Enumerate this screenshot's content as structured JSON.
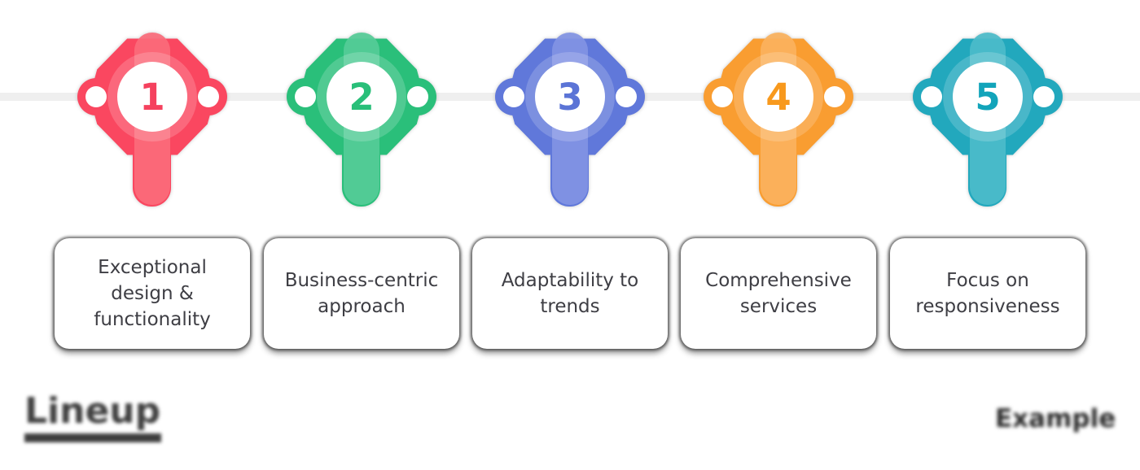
{
  "timeline": {
    "line_color": "#efefef",
    "steps": [
      {
        "number": "1",
        "label": "Exceptional design & functionality",
        "color": "#fa4760",
        "light_color": "#fb6b7b",
        "number_color": "#f5415e"
      },
      {
        "number": "2",
        "label": "Business-centric approach",
        "color": "#2abf7a",
        "light_color": "#55cc97",
        "number_color": "#29bf79"
      },
      {
        "number": "3",
        "label": "Adaptability to trends",
        "color": "#6078da",
        "light_color": "#8294e4",
        "number_color": "#5b74d6"
      },
      {
        "number": "4",
        "label": "Comprehensive services",
        "color": "#f99d31",
        "light_color": "#fbb25d",
        "number_color": "#f8991d"
      },
      {
        "number": "5",
        "label": "Focus on responsiveness",
        "color": "#22a8bd",
        "light_color": "#4cbcca",
        "number_color": "#12a4ba"
      }
    ]
  },
  "watermarks": {
    "left_logo_text": "Lineup",
    "right_logo_text": "Example"
  }
}
